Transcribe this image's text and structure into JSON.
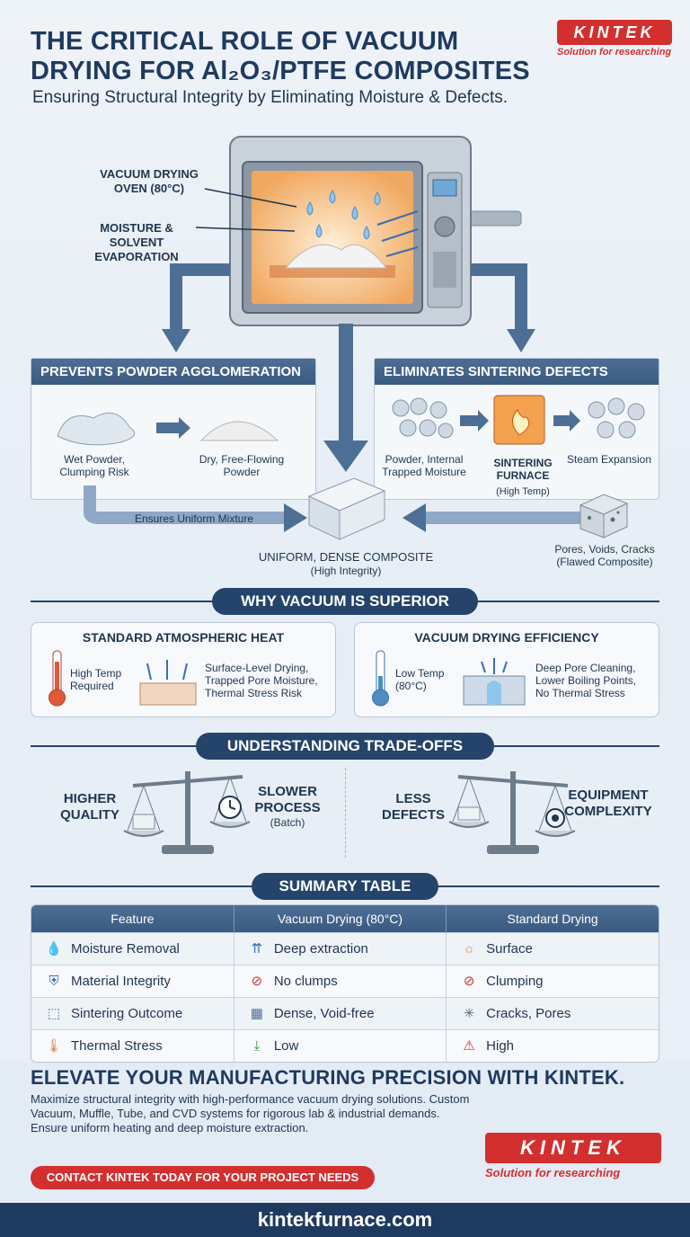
{
  "header": {
    "title_line1": "THE CRITICAL ROLE OF VACUUM",
    "title_line2": "DRYING FOR Al₂O₃/PTFE COMPOSITES",
    "subtitle": "Ensuring Structural Integrity by Eliminating Moisture & Defects.",
    "logo_text": "KINTEK",
    "logo_tagline": "Solution for researching"
  },
  "oven": {
    "label1": "VACUUM DRYING OVEN (80°C)",
    "label2": "MOISTURE & SOLVENT EVAPORATION"
  },
  "left_panel": {
    "title": "PREVENTS POWDER AGGLOMERATION",
    "wet": "Wet Powder, Clumping Risk",
    "dry": "Dry, Free-Flowing Powder",
    "arrow_label": "Ensures Uniform Mixture"
  },
  "right_panel": {
    "title": "ELIMINATES SINTERING DEFECTS",
    "powder": "Powder, Internal Trapped Moisture",
    "furnace_title": "SINTERING FURNACE",
    "furnace_sub": "(High Temp)",
    "steam": "Steam Expansion",
    "pores": "Pores, Voids, Cracks (Flawed Composite)"
  },
  "center": {
    "composite_title": "UNIFORM, DENSE COMPOSITE",
    "composite_sub": "(High Integrity)"
  },
  "why": {
    "heading": "WHY VACUUM IS SUPERIOR",
    "left_title": "STANDARD ATMOSPHERIC HEAT",
    "left_temp": "High Temp Required",
    "left_desc": "Surface-Level Drying, Trapped Pore Moisture, Thermal Stress Risk",
    "right_title": "VACUUM DRYING EFFICIENCY",
    "right_temp": "Low Temp (80°C)",
    "right_desc": "Deep Pore Cleaning, Lower Boiling Points, No Thermal Stress"
  },
  "tradeoffs": {
    "heading": "UNDERSTANDING TRADE-OFFS",
    "a_left": "HIGHER QUALITY",
    "a_right": "SLOWER PROCESS",
    "a_right_sub": "(Batch)",
    "b_left": "LESS DEFECTS",
    "b_right": "EQUIPMENT COMPLEXITY"
  },
  "summary": {
    "heading": "SUMMARY TABLE",
    "columns": [
      "Feature",
      "Vacuum Drying (80°C)",
      "Standard Drying"
    ],
    "rows": [
      {
        "feature": "Moisture Removal",
        "vacuum": "Deep extraction",
        "standard": "Surface"
      },
      {
        "feature": "Material Integrity",
        "vacuum": "No clumps",
        "standard": "Clumping"
      },
      {
        "feature": "Sintering Outcome",
        "vacuum": "Dense, Void-free",
        "standard": "Cracks, Pores"
      },
      {
        "feature": "Thermal Stress",
        "vacuum": "Low",
        "standard": "High"
      }
    ]
  },
  "cta": {
    "title": "ELEVATE YOUR MANUFACTURING PRECISION WITH KINTEK.",
    "text": "Maximize structural integrity with high-performance vacuum drying solutions. Custom Vacuum, Muffle, Tube, and CVD systems for rigorous lab & industrial demands. Ensure uniform heating and deep moisture extraction.",
    "button": "CONTACT KINTEK TODAY FOR YOUR PROJECT NEEDS",
    "logo_text": "KINTEK",
    "logo_tagline": "Solution for researching"
  },
  "footer": {
    "url": "kintekfurnace.com"
  },
  "colors": {
    "navy": "#1f3a5f",
    "accent_red": "#d32f2f"
  }
}
